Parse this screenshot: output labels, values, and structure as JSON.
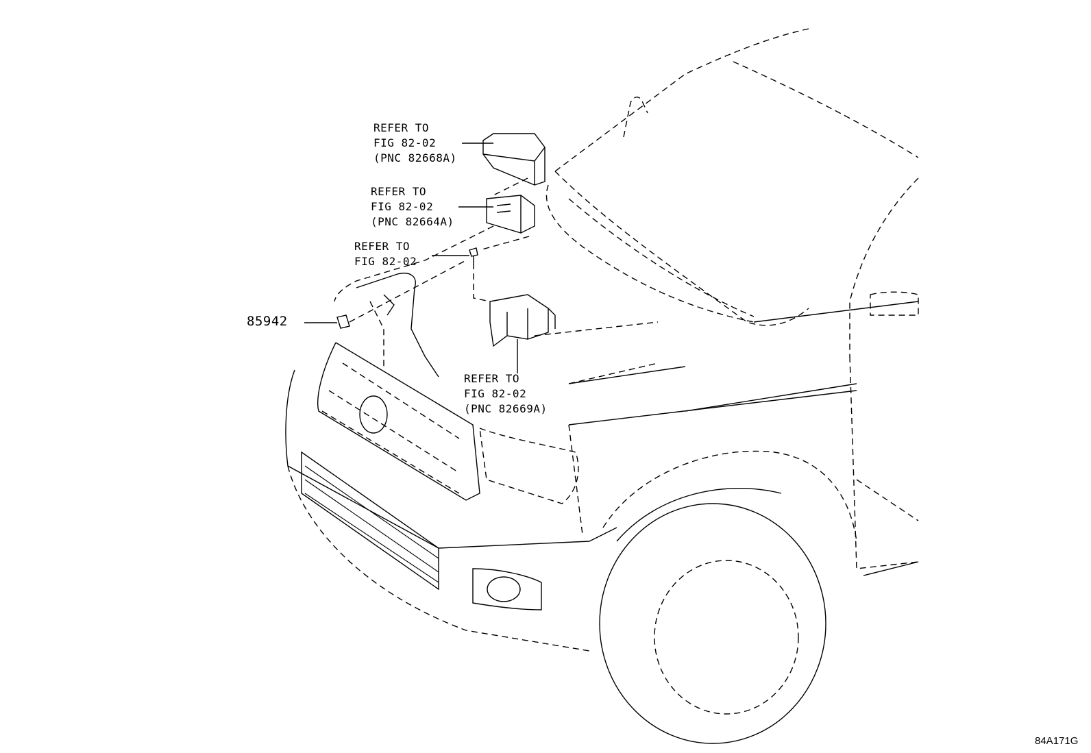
{
  "callouts": [
    {
      "id": "cover",
      "lines": [
        "REFER TO",
        "FIG 82-02",
        "(PNC 82668A)"
      ]
    },
    {
      "id": "relay-block",
      "lines": [
        "REFER TO",
        "FIG 82-02",
        "(PNC 82664A)"
      ]
    },
    {
      "id": "bolt",
      "lines": [
        "REFER TO",
        "FIG 82-02"
      ]
    },
    {
      "id": "bracket",
      "lines": [
        "REFER TO",
        "FIG 82-02",
        "(PNC 82669A)"
      ]
    }
  ],
  "part_number": "85942",
  "figure_code": "84A171G"
}
